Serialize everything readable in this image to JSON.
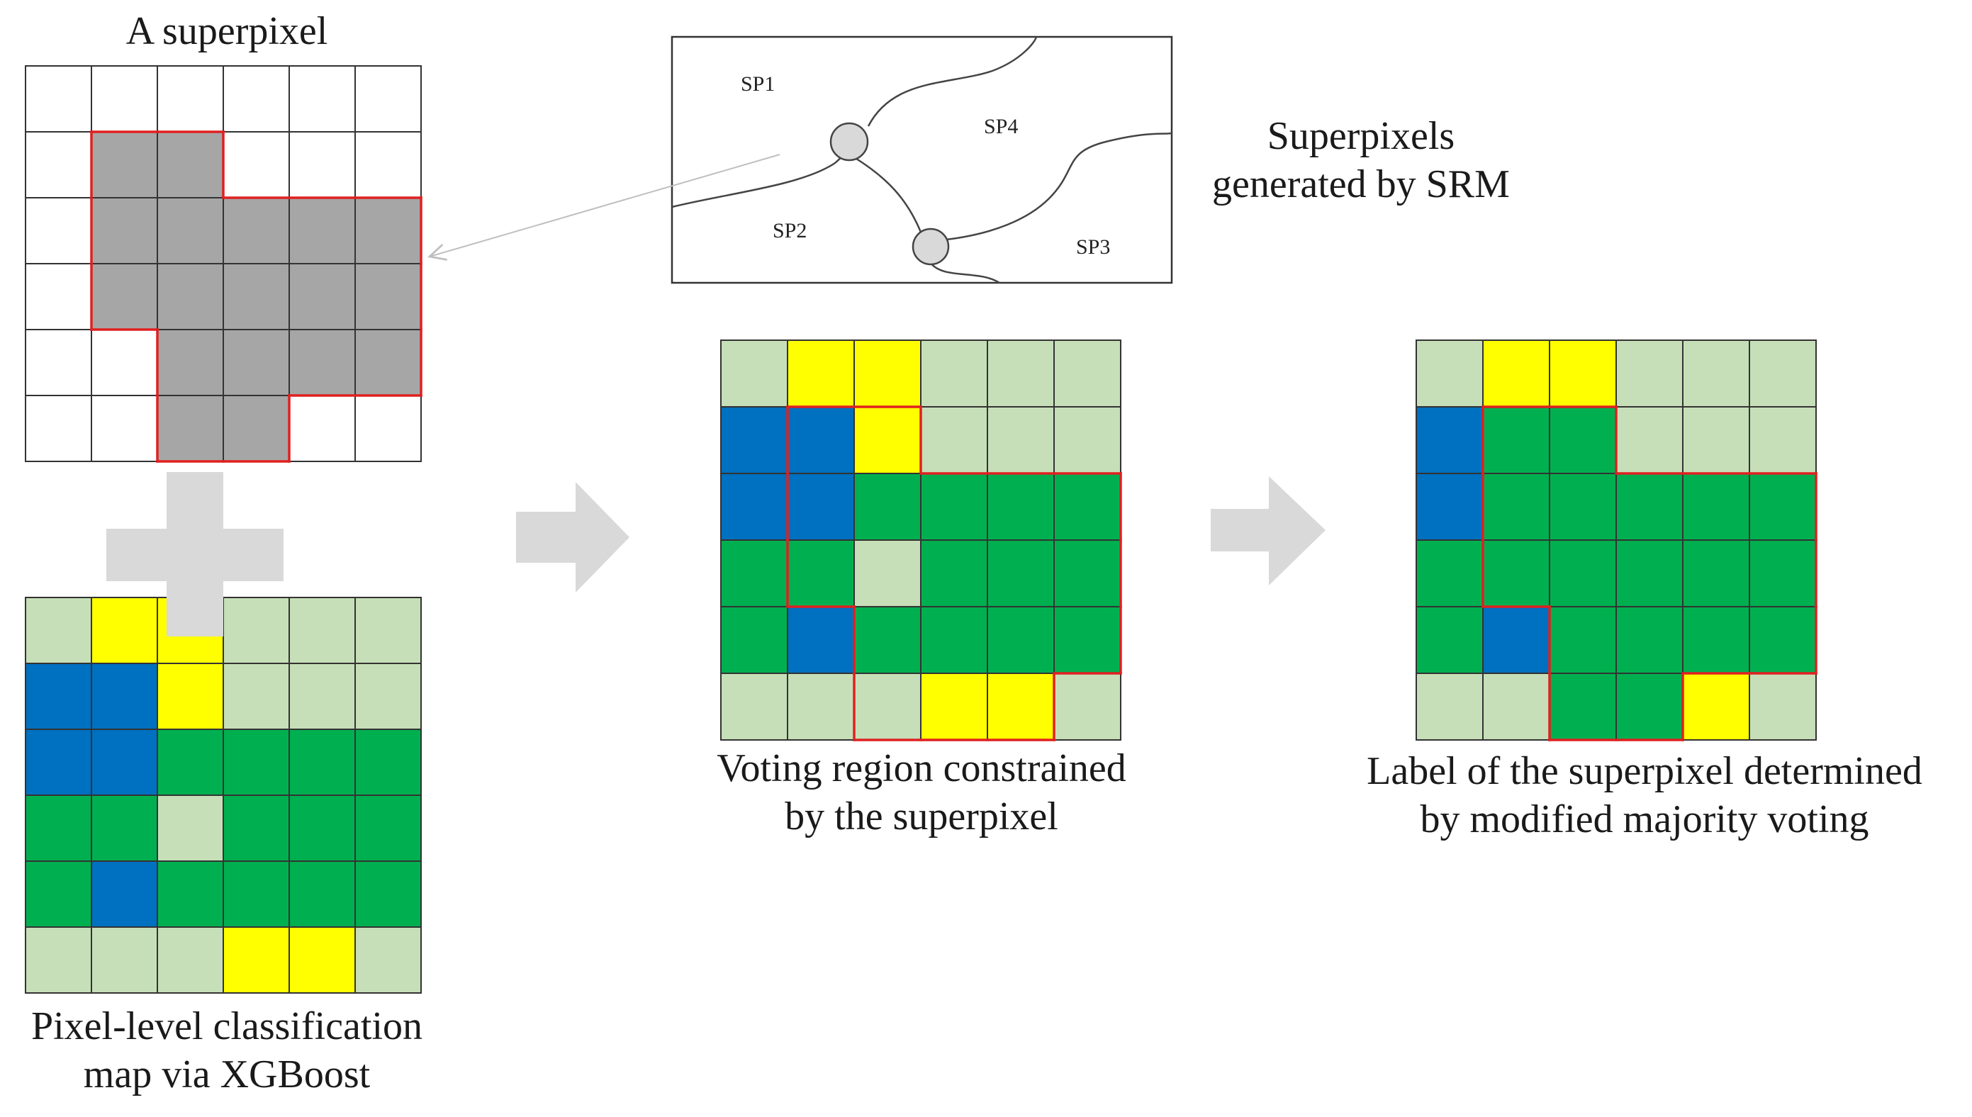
{
  "labels": {
    "superpixel_title": "A superpixel",
    "srm_title": [
      "Superpixels",
      "generated by SRM"
    ],
    "classification_map": [
      "Pixel-level classification",
      "map via XGBoost"
    ],
    "voting_region": [
      "Voting region constrained",
      "by the superpixel"
    ],
    "final_label": [
      "Label of the superpixel determined",
      "by modified majority voting"
    ]
  },
  "srm_regions": [
    "SP1",
    "SP2",
    "SP3",
    "SP4"
  ],
  "colors": {
    "light_green": "#c6dfb8",
    "yellow": "#ffff00",
    "blue": "#0070c0",
    "green": "#00b050",
    "gray": "#a6a6a6",
    "outline_red": "#e02020",
    "arrow_gray": "#d9d9d9"
  },
  "grids": {
    "superpixel_mask": [
      [
        0,
        0,
        0,
        0,
        0,
        0
      ],
      [
        0,
        1,
        1,
        0,
        0,
        0
      ],
      [
        0,
        1,
        1,
        1,
        1,
        1
      ],
      [
        0,
        1,
        1,
        1,
        1,
        1
      ],
      [
        0,
        0,
        1,
        1,
        1,
        1
      ],
      [
        0,
        0,
        1,
        1,
        0,
        0
      ]
    ],
    "classification": [
      [
        "L",
        "Y",
        "Y",
        "L",
        "L",
        "L"
      ],
      [
        "B",
        "B",
        "Y",
        "L",
        "L",
        "L"
      ],
      [
        "B",
        "B",
        "G",
        "G",
        "G",
        "G"
      ],
      [
        "G",
        "G",
        "L",
        "G",
        "G",
        "G"
      ],
      [
        "G",
        "B",
        "G",
        "G",
        "G",
        "G"
      ],
      [
        "L",
        "L",
        "L",
        "Y",
        "Y",
        "L"
      ]
    ],
    "voting": [
      [
        "L",
        "Y",
        "Y",
        "L",
        "L",
        "L"
      ],
      [
        "B",
        "B",
        "Y",
        "L",
        "L",
        "L"
      ],
      [
        "B",
        "B",
        "G",
        "G",
        "G",
        "G"
      ],
      [
        "G",
        "G",
        "L",
        "G",
        "G",
        "G"
      ],
      [
        "G",
        "B",
        "G",
        "G",
        "G",
        "G"
      ],
      [
        "L",
        "L",
        "L",
        "Y",
        "Y",
        "L"
      ]
    ],
    "voting_mask": [
      [
        0,
        0,
        0,
        0,
        0,
        0
      ],
      [
        0,
        1,
        1,
        0,
        0,
        0
      ],
      [
        0,
        1,
        1,
        1,
        1,
        1
      ],
      [
        0,
        1,
        1,
        1,
        1,
        1
      ],
      [
        0,
        0,
        1,
        1,
        1,
        1
      ],
      [
        0,
        0,
        1,
        1,
        1,
        0
      ]
    ],
    "final": [
      [
        "L",
        "Y",
        "Y",
        "L",
        "L",
        "L"
      ],
      [
        "B",
        "G",
        "G",
        "L",
        "L",
        "L"
      ],
      [
        "B",
        "G",
        "G",
        "G",
        "G",
        "G"
      ],
      [
        "G",
        "G",
        "G",
        "G",
        "G",
        "G"
      ],
      [
        "G",
        "B",
        "G",
        "G",
        "G",
        "G"
      ],
      [
        "L",
        "L",
        "G",
        "G",
        "Y",
        "L"
      ]
    ],
    "final_mask": [
      [
        0,
        0,
        0,
        0,
        0,
        0
      ],
      [
        0,
        1,
        1,
        0,
        0,
        0
      ],
      [
        0,
        1,
        1,
        1,
        1,
        1
      ],
      [
        0,
        1,
        1,
        1,
        1,
        1
      ],
      [
        0,
        0,
        1,
        1,
        1,
        1
      ],
      [
        0,
        0,
        1,
        1,
        0,
        0
      ]
    ]
  },
  "icons": [
    "plus-icon",
    "right-arrow-icon",
    "pointer-arrow"
  ]
}
